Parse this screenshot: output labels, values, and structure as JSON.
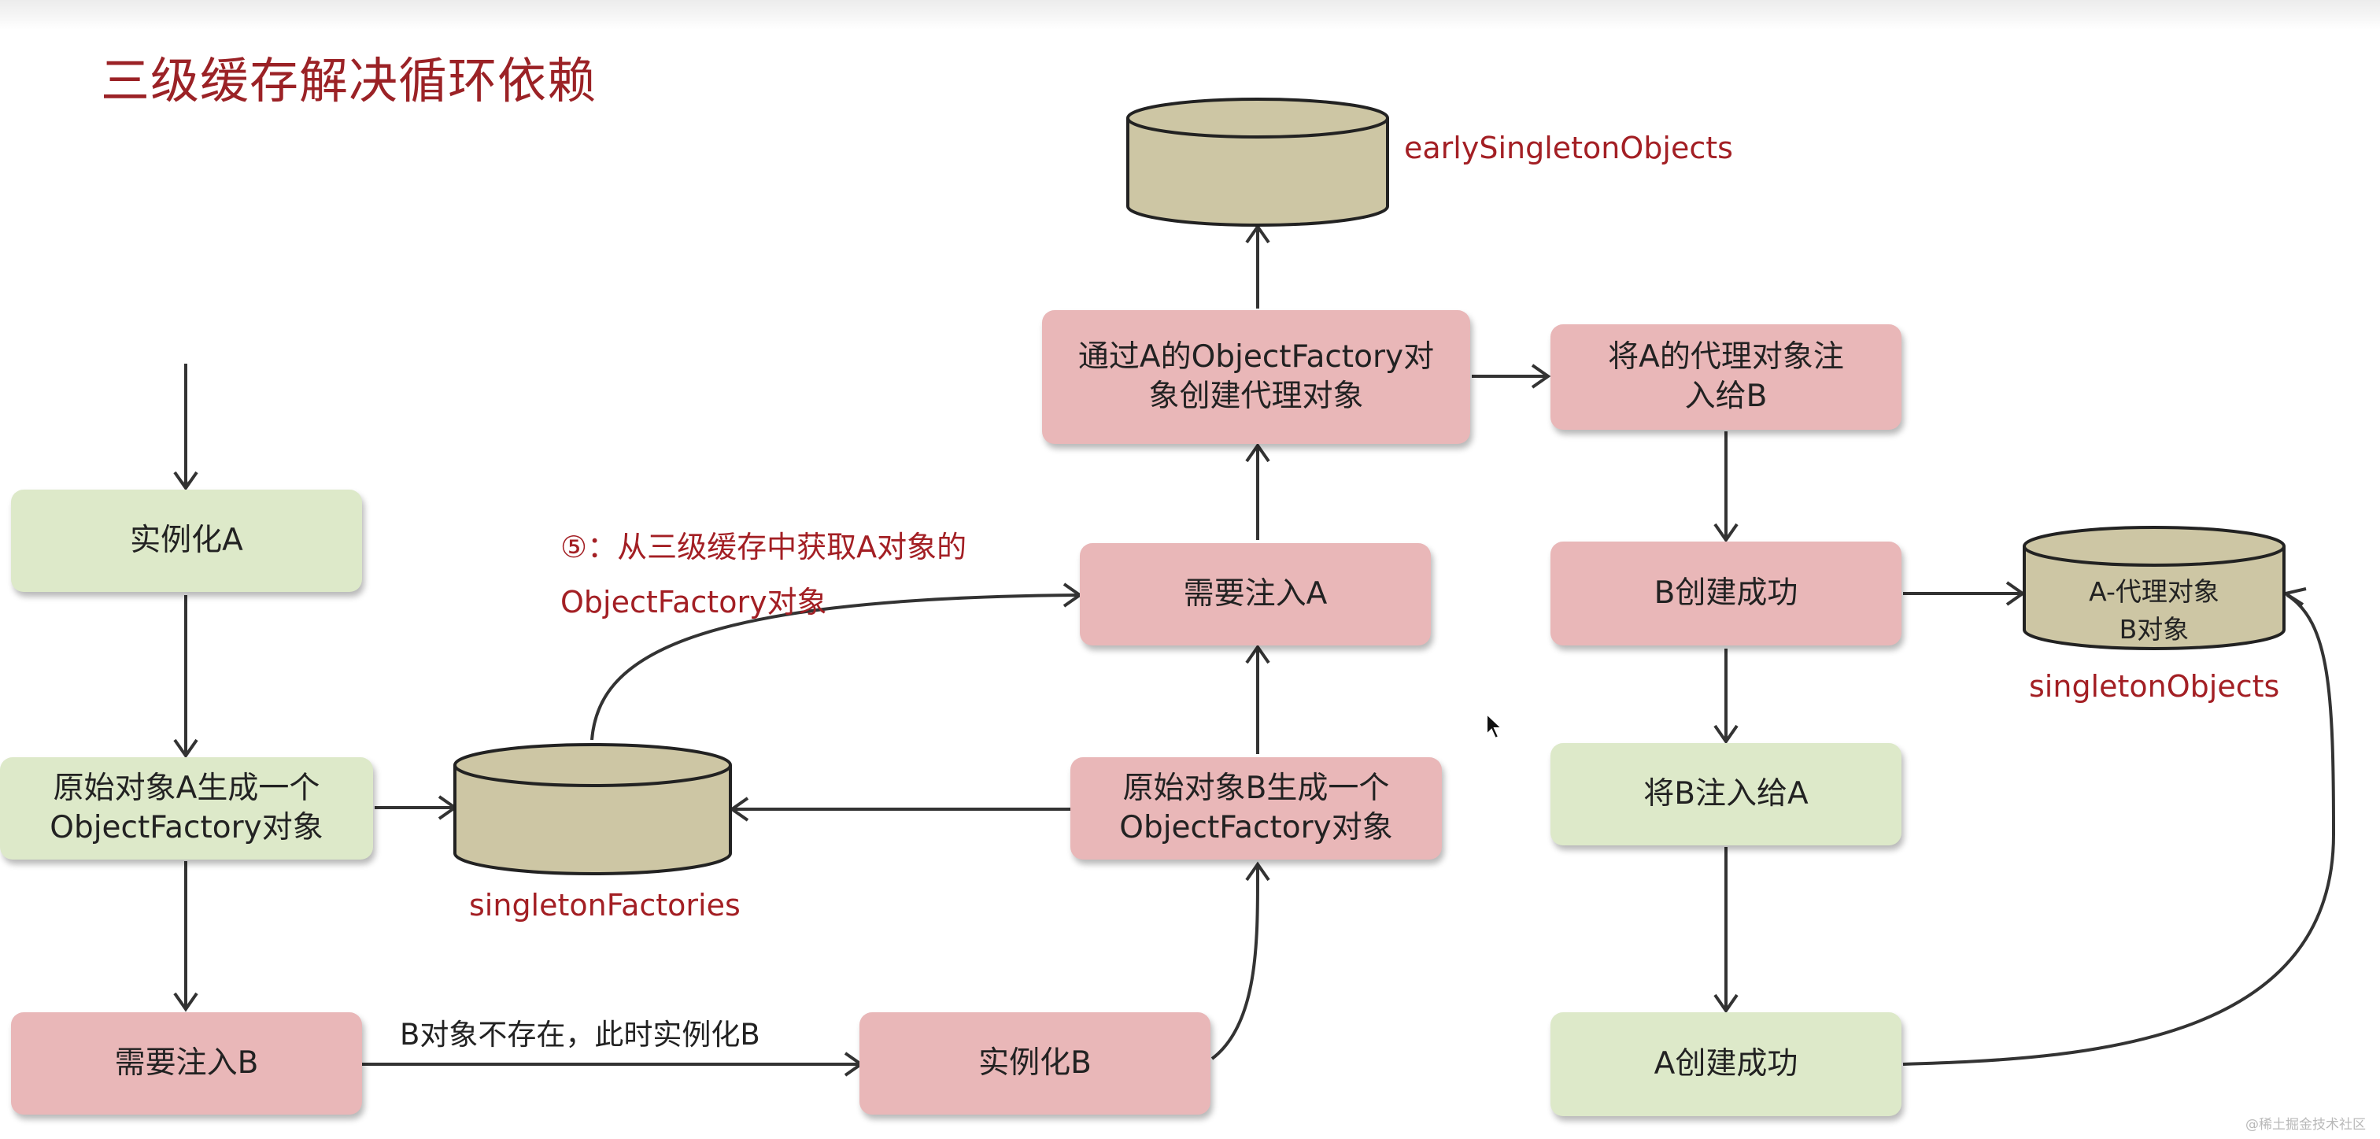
{
  "title": "三级缓存解决循环依赖",
  "nodes": {
    "instantiate_a": "实例化A",
    "objfactory_a": "原始对象A生成一个\nObjectFactory对象",
    "inject_b_needed": "需要注入B",
    "instantiate_b": "实例化B",
    "objfactory_b": "原始对象B生成一个\nObjectFactory对象",
    "inject_a_needed": "需要注入A",
    "create_proxy": "通过A的ObjectFactory对\n象创建代理对象",
    "inject_proxy_b": "将A的代理对象注\n入给B",
    "b_created": "B创建成功",
    "inject_b_into_a": "将B注入给A",
    "a_created": "A创建成功"
  },
  "caches": {
    "early": {
      "label": "earlySingletonObjects"
    },
    "factories": {
      "label": "singletonFactories"
    },
    "singletons": {
      "label": "singletonObjects",
      "content_line1": "A-代理对象",
      "content_line2": "B对象"
    }
  },
  "annotations": {
    "step5_line1": "⑤：从三级缓存中获取A对象的",
    "step5_line2": "ObjectFactory对象",
    "b_not_exist": "B对象不存在，此时实例化B"
  },
  "watermark": "@稀土掘金技术社区",
  "colors": {
    "title_red": "#9b2226",
    "label_red": "#a31f24",
    "green_box": "#dde9c9",
    "pink_box": "#e9b7b8",
    "cylinder": "#cdc6a4",
    "arrow": "#333333"
  }
}
